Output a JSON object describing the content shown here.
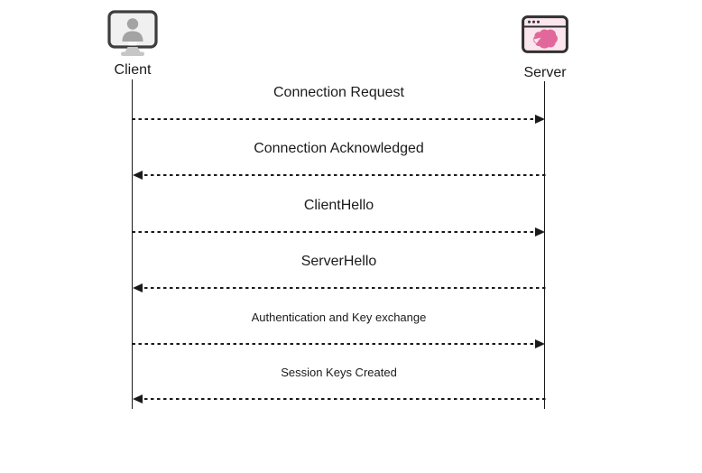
{
  "diagram": {
    "kind": "sequence-diagram",
    "actors": {
      "client": {
        "label": "Client",
        "icon": "person-at-monitor-icon"
      },
      "server": {
        "label": "Server",
        "icon": "nestjs-browser-window-icon"
      }
    },
    "messages": [
      {
        "from": "Client",
        "to": "Server",
        "direction": "right",
        "line_style": "dashed",
        "label": "Connection Request"
      },
      {
        "from": "Server",
        "to": "Client",
        "direction": "left",
        "line_style": "dashed",
        "label": "Connection Acknowledged"
      },
      {
        "from": "Client",
        "to": "Server",
        "direction": "right",
        "line_style": "dashed",
        "label": "ClientHello"
      },
      {
        "from": "Server",
        "to": "Client",
        "direction": "left",
        "line_style": "dashed",
        "label": "ServerHello"
      },
      {
        "from": "Client",
        "to": "Server",
        "direction": "right",
        "line_style": "dashed",
        "label": "Authentication and Key exchange"
      },
      {
        "from": "Server",
        "to": "Client",
        "direction": "left",
        "line_style": "dashed",
        "label": "Session Keys Created"
      }
    ],
    "colors": {
      "background": "#ffffff",
      "line": "#1a1a1a",
      "text": "#1b1b1b",
      "icon_border": "#333333",
      "monitor_screen": "#f0f0f0",
      "monitor_person": "#a3a3a3",
      "monitor_stand": "#c6c6c6",
      "server_window_fill": "#fbe5ee",
      "server_logo_pink": "#e2689b"
    }
  }
}
